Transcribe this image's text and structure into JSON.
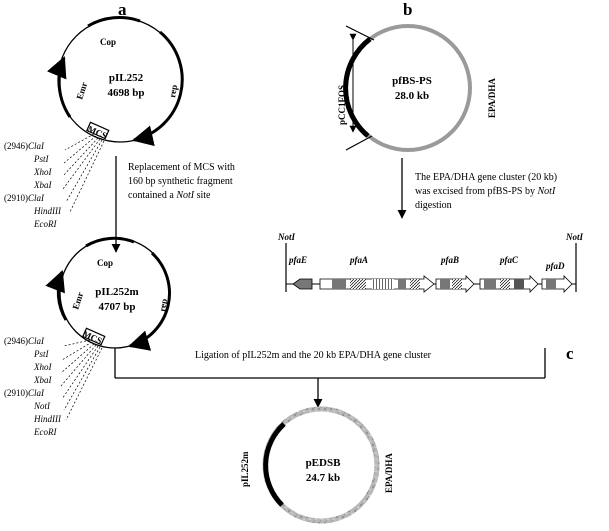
{
  "panels": {
    "a": "a",
    "b": "b",
    "c": "c"
  },
  "plasmid_pIL252": {
    "name": "pIL252",
    "size": "4698 bp",
    "cop": "Cop",
    "rep": "rep",
    "erm": "Emr",
    "mcs": "MCS",
    "sites": [
      {
        "pos": "(2946)",
        "name": "ClaI"
      },
      {
        "pos": "",
        "name": "PstI"
      },
      {
        "pos": "",
        "name": "XhoI"
      },
      {
        "pos": "",
        "name": "XbaI"
      },
      {
        "pos": "(2910)",
        "name": "ClaI"
      },
      {
        "pos": "",
        "name": "HindIII"
      },
      {
        "pos": "",
        "name": "EcoRI"
      }
    ]
  },
  "step_a": {
    "line1": "Replacement of MCS with",
    "line2": "160 bp synthetic fragment",
    "line3_pre": "contained a ",
    "line3_site": "NotI",
    "line3_post": " site"
  },
  "plasmid_pIL252m": {
    "name": "pIL252m",
    "size": "4707 bp",
    "cop": "Cop",
    "rep": "rep",
    "erm": "Emr",
    "mcs": "MCS",
    "sites": [
      {
        "pos": "(2946)",
        "name": "ClaI"
      },
      {
        "pos": "",
        "name": "PstI"
      },
      {
        "pos": "",
        "name": "XhoI"
      },
      {
        "pos": "",
        "name": "XbaI"
      },
      {
        "pos": "(2910)",
        "name": "ClaI"
      },
      {
        "pos": "",
        "name": "NotI"
      },
      {
        "pos": "",
        "name": "HindIII"
      },
      {
        "pos": "",
        "name": "EcoRI"
      }
    ]
  },
  "plasmid_pfBS": {
    "name": "pfBS-PS",
    "size": "28.0 kb",
    "vector": "pCC1FOS",
    "insert": "EPA/DHA"
  },
  "step_b": {
    "line1": "The EPA/DHA gene cluster (20 kb)",
    "line2": "was excised from pfBS-PS by ",
    "line2_site": "NotI",
    "line3": "digestion"
  },
  "gene_cluster": {
    "left_site": "NotI",
    "right_site": "NotI",
    "genes": [
      "pfaE",
      "pfaA",
      "pfaB",
      "pfaC",
      "pfaD"
    ]
  },
  "step_c": {
    "text": "Ligation of pIL252m and  the 20 kb EPA/DHA gene cluster"
  },
  "plasmid_pEDSB": {
    "name": "pEDSB",
    "size": "24.7 kb",
    "vector": "pIL252m",
    "insert": "EPA/DHA"
  }
}
